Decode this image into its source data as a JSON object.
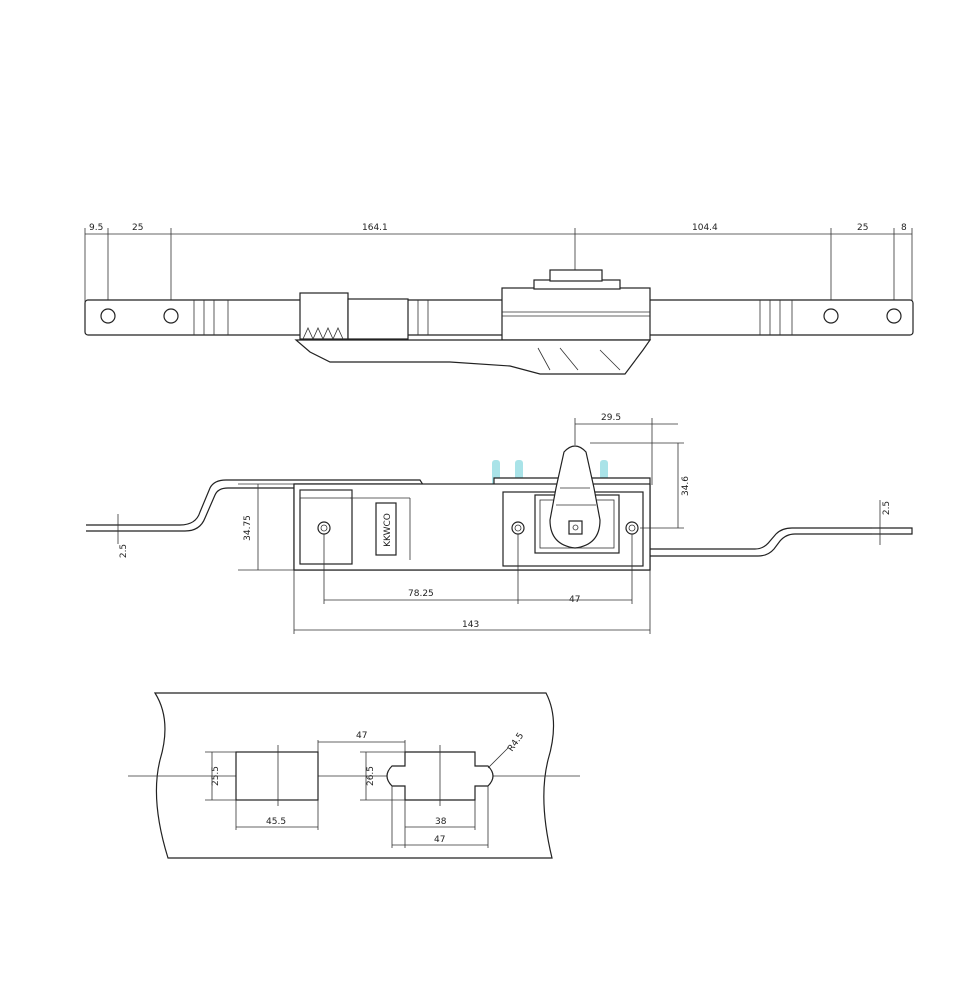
{
  "top_view": {
    "dims": [
      "9.5",
      "25",
      "164.1",
      "104.4",
      "25",
      "8"
    ]
  },
  "front_view": {
    "dims": {
      "width_handle": "29.5",
      "height_handle": "34.6",
      "body_height": "34.75",
      "rod_thickness_left": "2.5",
      "rod_thickness_right": "2.5",
      "hole_spacing_1": "78.25",
      "hole_spacing_2": "47",
      "overall_length": "143"
    },
    "label_text": "KKWCO"
  },
  "cutout_view": {
    "dims": {
      "left_height": "25.5",
      "left_width": "45.5",
      "spacing": "47",
      "right_height": "26.5",
      "slot_inner": "38",
      "slot_outer": "47",
      "radius": "R4.5"
    }
  },
  "colors": {
    "line": "#222222",
    "watermark": "#6fd0d8"
  }
}
